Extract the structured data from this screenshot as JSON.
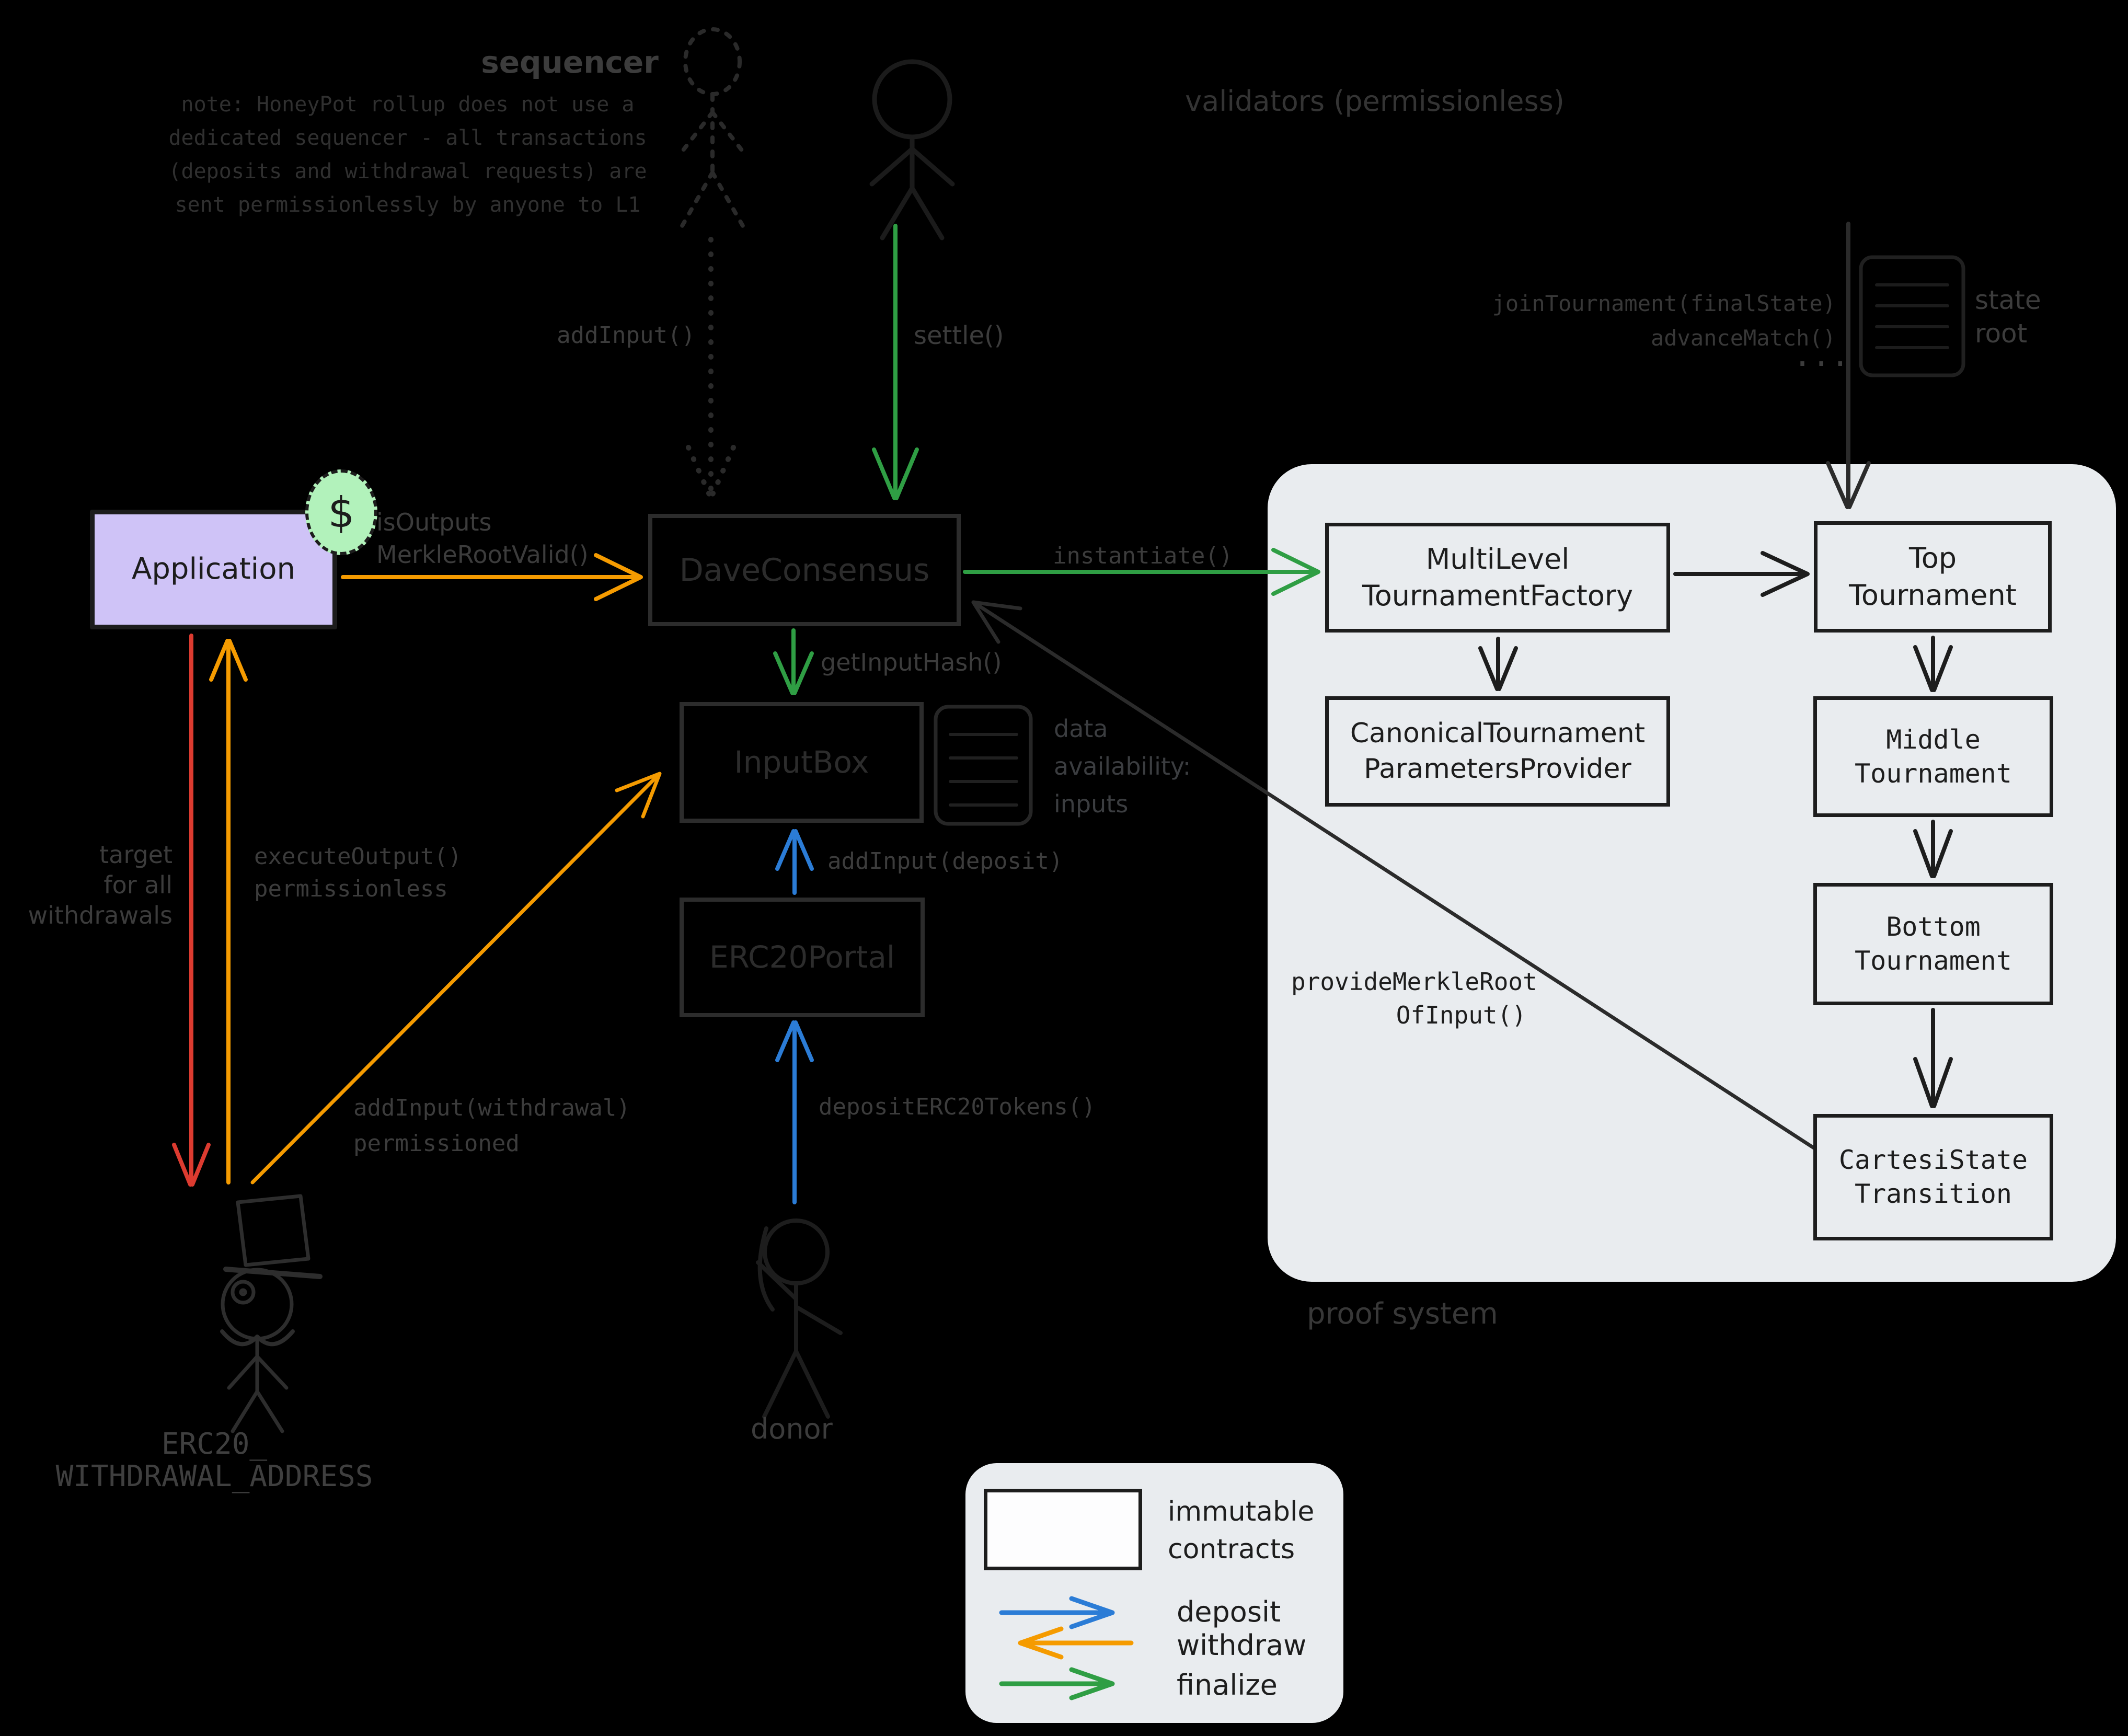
{
  "notes": {
    "sequencer_title": "sequencer",
    "sequencer_note": "note: HoneyPot rollup does not use a\ndedicated sequencer - all transactions\n(deposits and withdrawal requests) are\nsent permissionlessly by anyone to L1",
    "validators": "validators (permissionless)",
    "state_root": "state\nroot",
    "data_availability": "data\navailability:\ninputs",
    "target_withdrawals": "target\nfor all\nwithdrawals",
    "proof_system": "proof system",
    "donor": "donor",
    "withdrawal_address": "ERC20_\nWITHDRAWAL_ADDRESS"
  },
  "edges": {
    "add_input": "addInput()",
    "settle": "settle()",
    "join_tournament": "joinTournament(finalState)\nadvanceMatch()",
    "ellipsis": "...",
    "is_outputs_merkle": "isOutputs\nMerkleRootValid()",
    "instantiate": "instantiate()",
    "get_input_hash": "getInputHash()",
    "add_input_deposit": "addInput(deposit)",
    "deposit_erc20_tokens": "depositERC20Tokens()",
    "execute_output": "executeOutput()\npermissionless",
    "add_input_withdrawal": "addInput(withdrawal)\npermissioned",
    "provide_merkle_root": "provideMerkleRoot\nOfInput()"
  },
  "boxes": {
    "application": "Application",
    "dave_consensus": "DaveConsensus",
    "input_box": "InputBox",
    "erc20_portal": "ERC20Portal",
    "factory": "MultiLevel\nTournamentFactory",
    "canonical": "CanonicalTournament\nParametersProvider",
    "top_tournament": "Top\nTournament",
    "middle_tournament": "Middle\nTournament",
    "bottom_tournament": "Bottom\nTournament",
    "cartesi_state": "CartesiState\nTransition"
  },
  "icons": {
    "money_badge": "$"
  },
  "legend": {
    "immutable": "immutable\ncontracts",
    "deposit": "deposit",
    "withdraw": "withdraw",
    "finalize": "finalize"
  },
  "colors": {
    "background": "#000000",
    "panel_gray": "#e9ecef",
    "application_purple": "#cfc3f7",
    "money_green": "#b2f2bb",
    "deposit_blue": "#2b7cd6",
    "withdraw_orange": "#f59b00",
    "finalize_green": "#2f9e44",
    "target_red": "#dc3b30",
    "dim_label_gray": "#3c3c3c",
    "charcoal_box": "#2c2c2c"
  }
}
